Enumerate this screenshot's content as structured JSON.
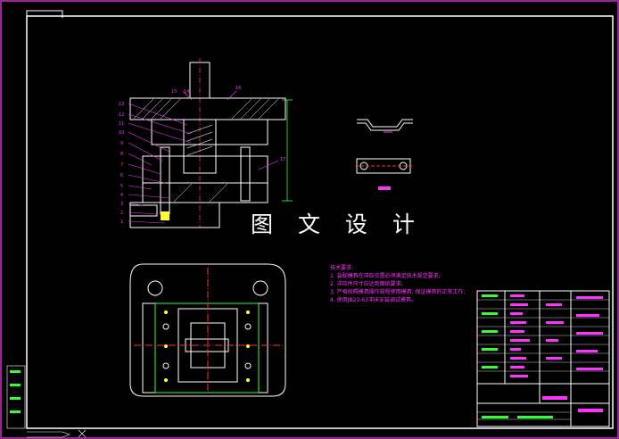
{
  "drawing": {
    "watermark_text": "图 文 设 计",
    "tech_requirements": {
      "title": "技术要求:",
      "items": [
        "1. 装配模具在冲压位置必须满足技术规范要求;",
        "2. 冲压件尺寸应达到图纸要求;",
        "3. 严格按照模具操作规程使用模具, 保证模具的正常工作;",
        "4. 使用JB23-63冲床安装调试模具。"
      ]
    },
    "part_numbers": [
      "13",
      "12",
      "11",
      "10",
      "9",
      "8",
      "7",
      "6",
      "5",
      "4",
      "3",
      "2",
      "1"
    ],
    "top_part_numbers": [
      "15",
      "14",
      "16"
    ],
    "side_part_number": "17",
    "colors": {
      "background": "#000000",
      "border": "#ffffff",
      "frame_outer": "#cc33cc",
      "outline": "#ffffff",
      "annotation": "#ff33ff",
      "center_line": "#ff3333",
      "dimension": "#33ff33",
      "accent": "#ffff33"
    }
  }
}
